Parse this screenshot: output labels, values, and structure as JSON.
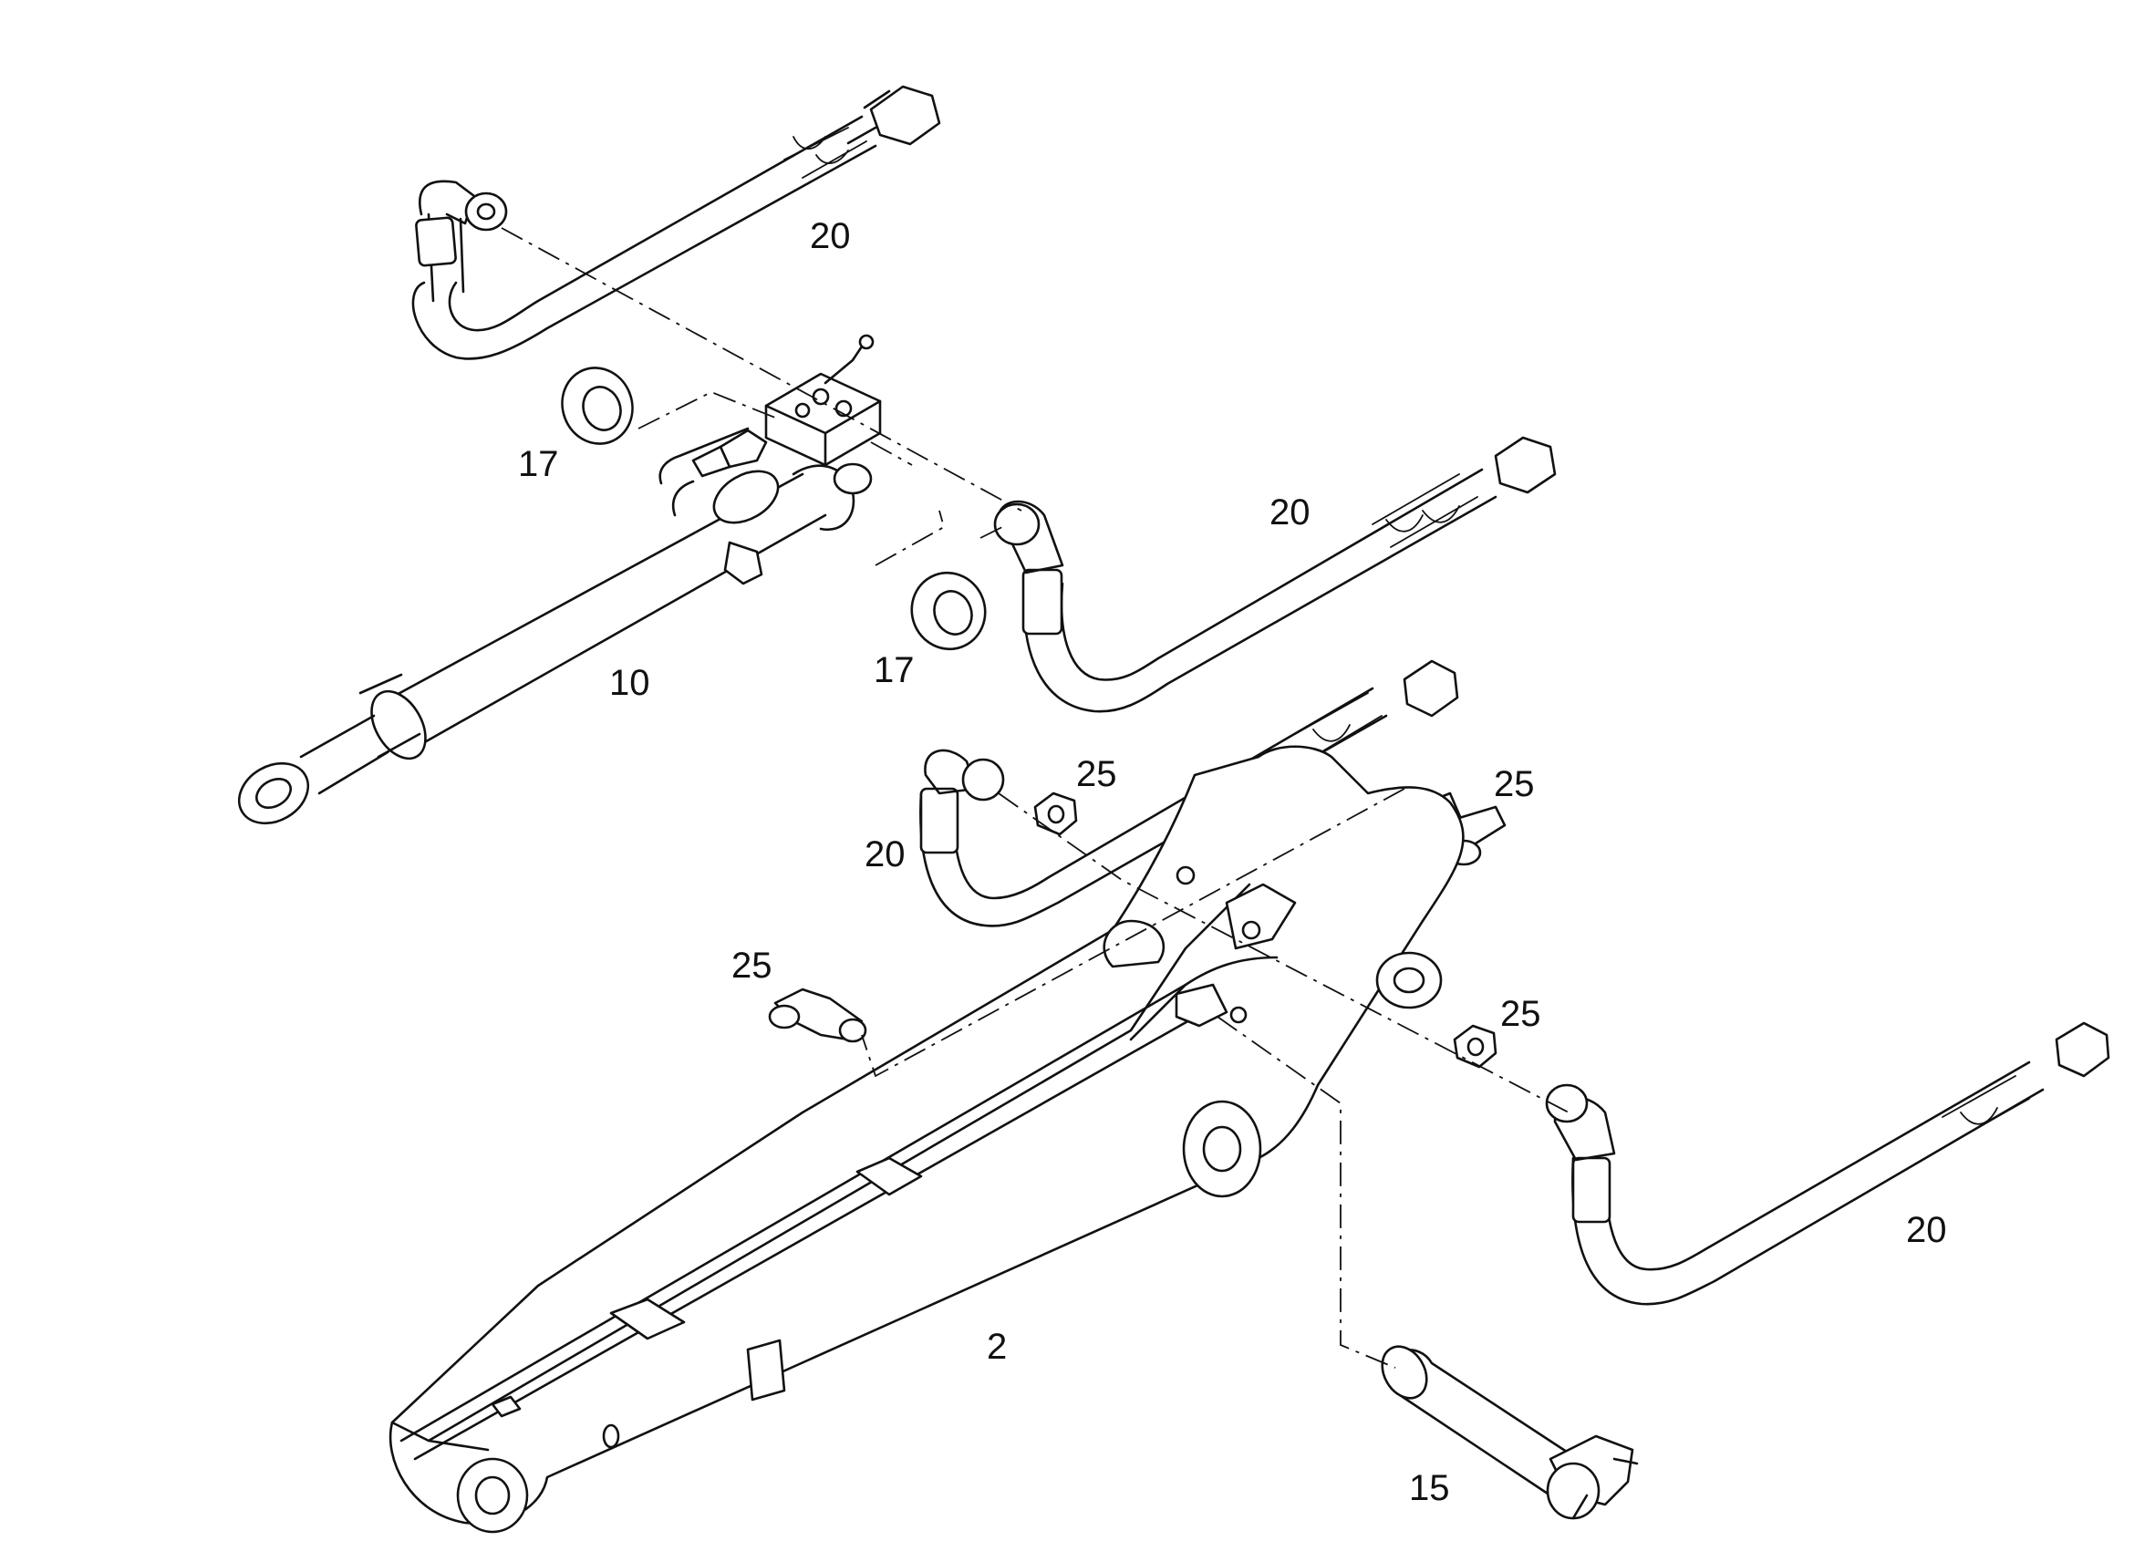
{
  "diagram": {
    "callouts": [
      {
        "id": "c20a",
        "text": "20"
      },
      {
        "id": "c20b",
        "text": "20"
      },
      {
        "id": "c20c",
        "text": "20"
      },
      {
        "id": "c20d",
        "text": "20"
      },
      {
        "id": "c17a",
        "text": "17"
      },
      {
        "id": "c17b",
        "text": "17"
      },
      {
        "id": "c10",
        "text": "10"
      },
      {
        "id": "c25a",
        "text": "25"
      },
      {
        "id": "c25b",
        "text": "25"
      },
      {
        "id": "c25c",
        "text": "25"
      },
      {
        "id": "c25d",
        "text": "25"
      },
      {
        "id": "c2",
        "text": "2"
      },
      {
        "id": "c15",
        "text": "15"
      }
    ]
  }
}
